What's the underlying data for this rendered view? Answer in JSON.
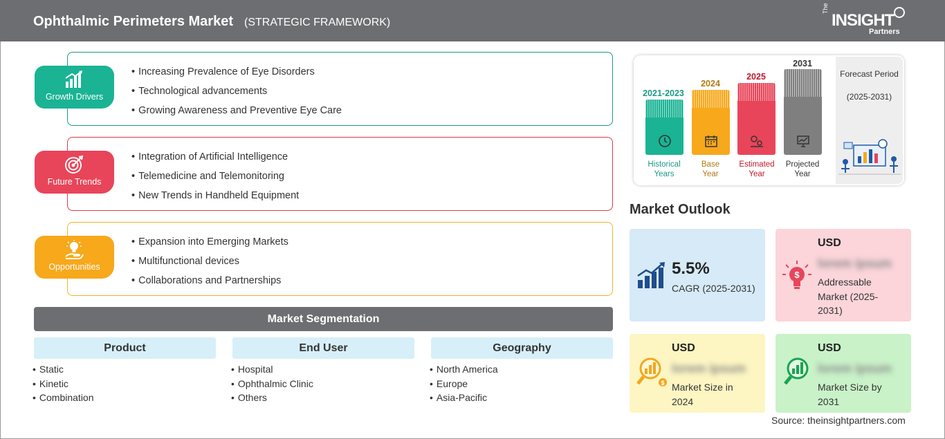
{
  "header": {
    "title": "Ophthalmic Perimeters Market",
    "subtitle": "(STRATEGIC FRAMEWORK)",
    "logo": {
      "the": "The",
      "insight": "INSIGHT",
      "partners": "Partners"
    }
  },
  "framework": [
    {
      "label": "Growth Drivers",
      "color": "#1ab394",
      "icon": "growth-chart-icon",
      "items": [
        "Increasing Prevalence of Eye Disorders",
        "Technological advancements",
        "Growing Awareness and Preventive Eye Care"
      ]
    },
    {
      "label": "Future Trends",
      "color": "#e8455a",
      "icon": "target-icon",
      "items": [
        "Integration of Artificial Intelligence",
        "Telemedicine and Telemonitoring",
        "New Trends in Handheld Equipment"
      ]
    },
    {
      "label": "Opportunities",
      "color": "#f7a81b",
      "icon": "lightbulb-hand-icon",
      "items": [
        "Expansion into Emerging Markets",
        "Multifunctional devices",
        "Collaborations and Partnerships"
      ]
    }
  ],
  "segmentation": {
    "title": "Market Segmentation",
    "columns": [
      {
        "heading": "Product",
        "items": [
          "Static",
          "Kinetic",
          "Combination"
        ]
      },
      {
        "heading": "End User",
        "items": [
          "Hospital",
          "Ophthalmic Clinic",
          "Others"
        ]
      },
      {
        "heading": "Geography",
        "items": [
          "North America",
          "Europe",
          "Asia-Pacific"
        ]
      }
    ]
  },
  "timeline": {
    "bars": [
      {
        "year": "2021-2023",
        "label1": "Historical",
        "label2": "Years",
        "color": "#1ab394",
        "icon": "history-clock-icon"
      },
      {
        "year": "2024",
        "label1": "Base",
        "label2": "Year",
        "color": "#f7a81b",
        "icon": "calendar-icon"
      },
      {
        "year": "2025",
        "label1": "Estimated",
        "label2": "Year",
        "color": "#e8455a",
        "icon": "estimate-gears-icon"
      },
      {
        "year": "2031",
        "label1": "Projected",
        "label2": "Year",
        "color": "#7f7f7f",
        "icon": "presentation-board-icon"
      }
    ],
    "forecast_title": "Forecast Period",
    "forecast_period": "(2025-2031)"
  },
  "outlook": {
    "title": "Market Outlook",
    "cagr_value": "5.5%",
    "cagr_label": "CAGR (2025-2031)",
    "addressable": {
      "usd": "USD",
      "value": "lorem ipsum",
      "desc": "Addressable Market (2025-2031)"
    },
    "size_2024": {
      "usd": "USD",
      "value": "lorem ipsum",
      "desc": "Market Size in 2024"
    },
    "size_2031": {
      "usd": "USD",
      "value": "lorem ipsum",
      "desc": "Market Size by 2031"
    },
    "colors": {
      "blue": "#d6eaf8",
      "pink": "#fbd5da",
      "yellow": "#fdf6c3",
      "green": "#c9f2c9"
    }
  },
  "source": "Source: theinsightpartners.com"
}
